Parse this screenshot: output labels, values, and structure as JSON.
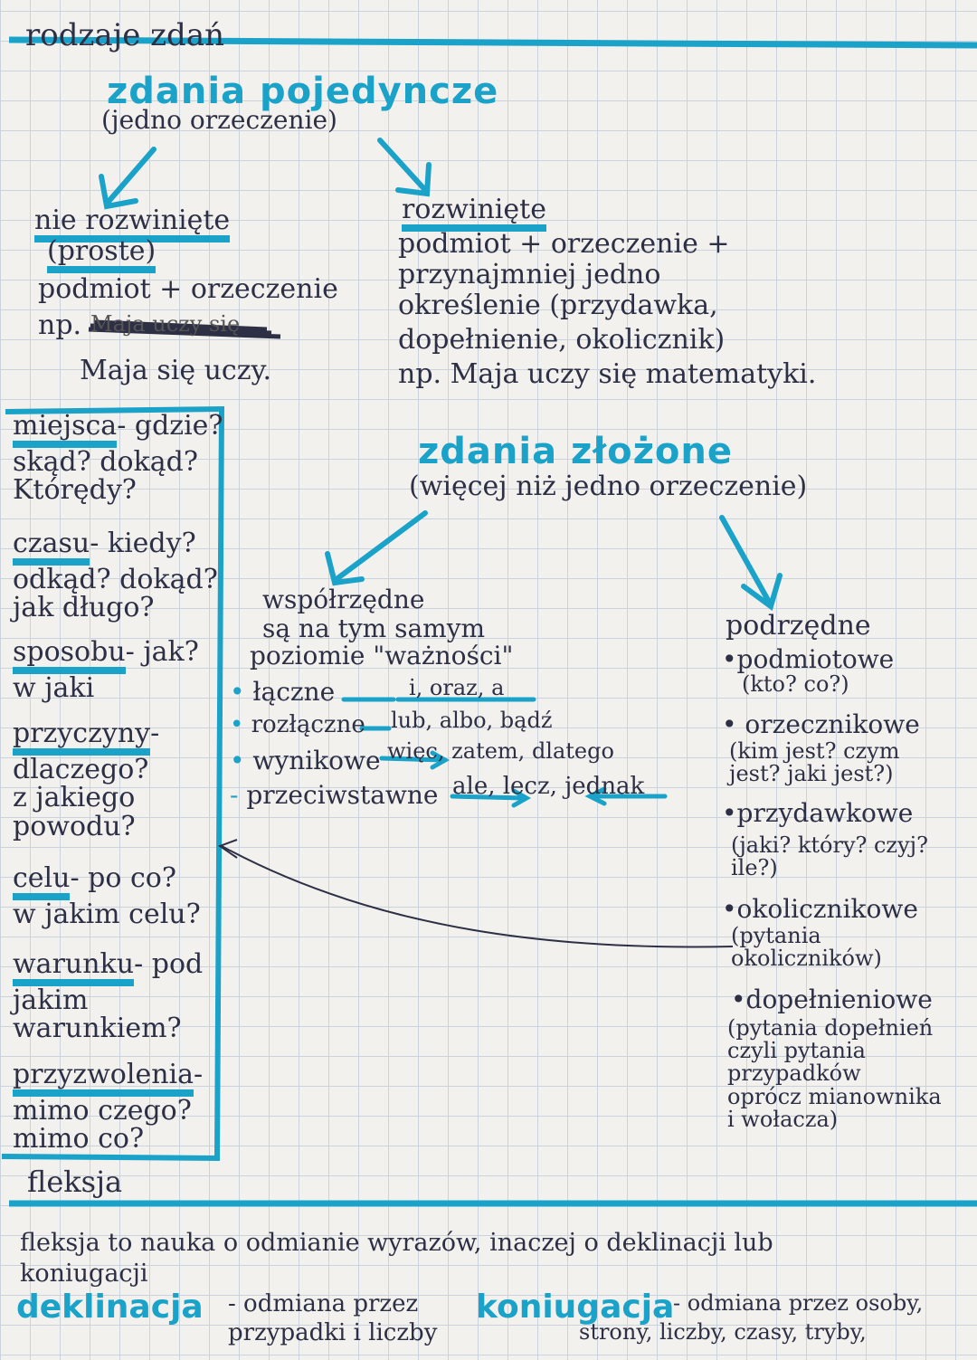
{
  "header": {
    "title": "rodzaje zdań",
    "simple": {
      "heading": "zdania pojedyncze",
      "note": "(jedno orzeczenie)"
    },
    "compound": {
      "heading": "zdania złożone",
      "note": "(więcej niż jedno orzeczenie)"
    }
  },
  "simple_left": {
    "title": "nie rozwinięte",
    "subtitle": "(proste)",
    "formula": "podmiot + orzeczenie",
    "example_prefix": "np.",
    "crossed_out": "Maja uczy się",
    "example": "Maja się uczy."
  },
  "simple_right": {
    "title": "rozwinięte",
    "lines": [
      "podmiot + orzeczenie +",
      "przynajmniej jedno",
      "określenie (przydawka,",
      "dopełnienie, okolicznik)",
      "np. Maja uczy się matematyki."
    ]
  },
  "adverbials": [
    {
      "name": "miejsca",
      "questions": "- gdzie?\nskąd? dokąd?\nKtórędy?"
    },
    {
      "name": "czasu",
      "questions": "- kiedy?\nodkąd? dokąd?\njak długo?"
    },
    {
      "name": "sposobu",
      "questions": "- jak?\nw jaki"
    },
    {
      "name": "przyczyny",
      "questions": "-\ndlaczego?\nz jakiego\npowodu?"
    },
    {
      "name": "celu",
      "questions": "- po co?\nw jakim celu?"
    },
    {
      "name": "warunku",
      "questions": "- pod\njakim\nwarunkiem?"
    },
    {
      "name": "przyzwolenia",
      "questions": "-\nmimo czego?\nmimo co?"
    }
  ],
  "coordinate": {
    "title": "współrzędne",
    "desc1": "są na tym samym",
    "desc2": "poziomie \"ważności\"",
    "types": [
      {
        "name": "łączne",
        "words": "i, oraz, a"
      },
      {
        "name": "rozłączne",
        "words": "lub, albo, bądź"
      },
      {
        "name": "wynikowe",
        "words": "więc, zatem, dlatego"
      },
      {
        "name": "przeciwstawne",
        "words": "ale, lecz, jednak"
      }
    ]
  },
  "subordinate": {
    "title": "podrzędne",
    "items": [
      {
        "name": "•podmiotowe",
        "desc": "(kto? co?)"
      },
      {
        "name": "• orzecznikowe",
        "desc": "(kim jest? czym\njest? jaki jest?)"
      },
      {
        "name": "•przydawkowe",
        "desc": "(jaki? który? czyj?\nile?)"
      },
      {
        "name": "•okolicznikowe",
        "desc": "(pytania\nokoliczników)"
      },
      {
        "name": "•dopełnieniowe",
        "desc": "(pytania dopełnień\nczyli pytania\nprzypadków\noprócz mianownika\ni wołacza)"
      }
    ]
  },
  "flexion": {
    "heading": "fleksja",
    "definition1": "fleksja to nauka o odmianie wyrazów, inaczej o deklinacji lub",
    "definition2": "koniugacji",
    "declension_term": "deklinacja",
    "declension_desc1": "- odmiana przez",
    "declension_desc2": "przypadki i liczby",
    "conjugation_term": "koniugacja",
    "conjugation_desc1": "- odmiana przez osoby,",
    "conjugation_desc2": "strony, liczby, czasy, tryby,"
  },
  "colors": {
    "ink": "#2d2f45",
    "accent": "#1aa2c9",
    "paper": "#f3f1ee",
    "grid": "#c9d2dd"
  }
}
